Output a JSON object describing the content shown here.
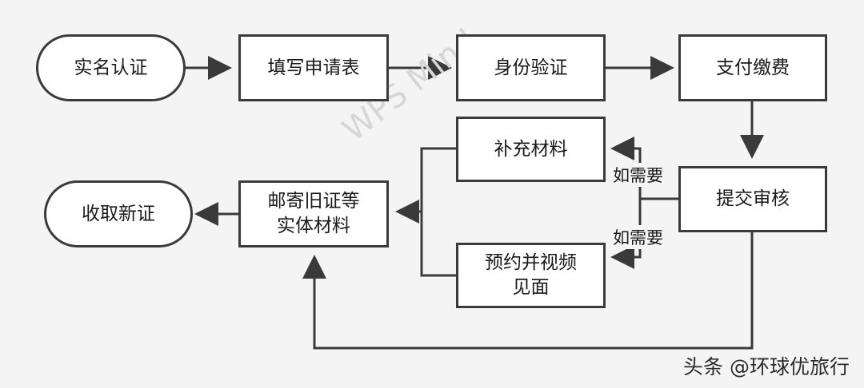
{
  "nodes": {
    "real_name": "实名认证",
    "fill_form": "填写申请表",
    "identity": "身份验证",
    "payment": "支付缴费",
    "submit_review": "提交审核",
    "supplement": "补充材料",
    "appointment": "预约并视频\n见面",
    "mail_docs": "邮寄旧证等\n实体材料",
    "receive": "收取新证"
  },
  "edge_labels": {
    "to_supplement": "如需要",
    "to_appointment": "如需要"
  },
  "watermark": "WPS Mind",
  "footer": "头条 @环球优旅行",
  "colors": {
    "line": "#3a3a3a",
    "background": "#f4f4f4",
    "node_fill": "#ffffff"
  }
}
